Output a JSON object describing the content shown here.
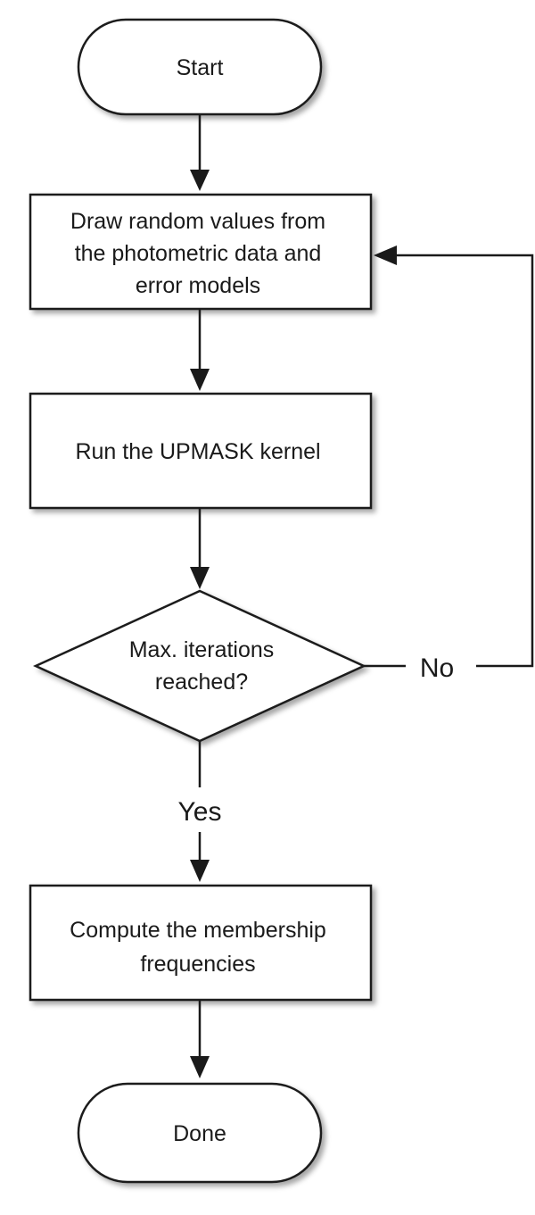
{
  "nodes": {
    "start": {
      "label": "Start"
    },
    "draw": {
      "lines": [
        "Draw random values from",
        "the photometric data and",
        "error models"
      ]
    },
    "run": {
      "label": "Run the UPMASK kernel"
    },
    "decision": {
      "lines": [
        "Max. iterations",
        "reached?"
      ]
    },
    "compute": {
      "lines": [
        "Compute the membership",
        "frequencies"
      ]
    },
    "done": {
      "label": "Done"
    }
  },
  "edges": {
    "no_label": "No",
    "yes_label": "Yes"
  }
}
